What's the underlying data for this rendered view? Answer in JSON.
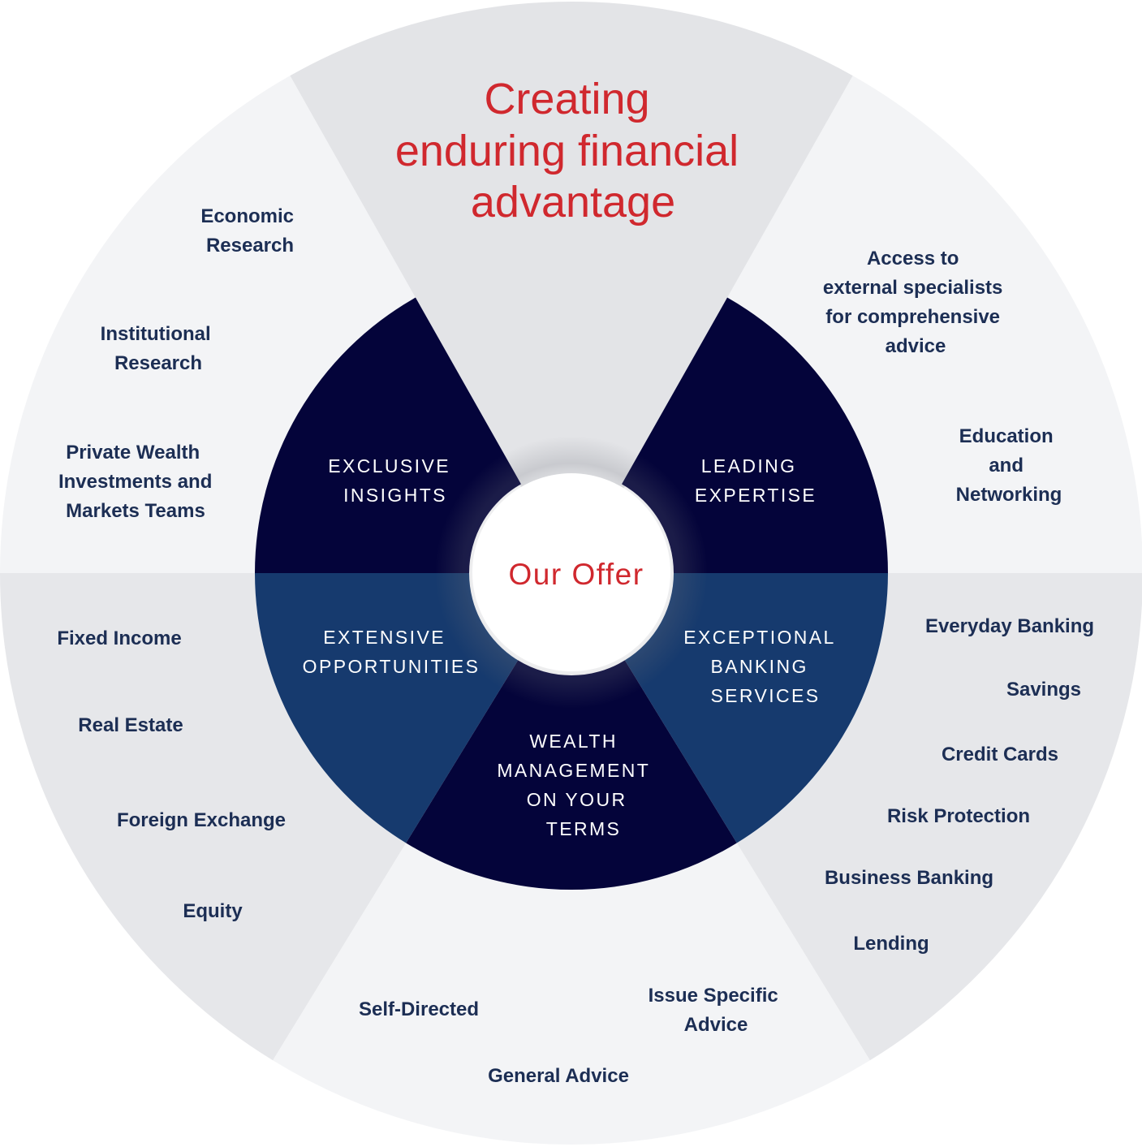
{
  "colors": {
    "outer_light": "#f3f4f6",
    "outer_mid": "#e6e7ea",
    "top_wedge": "#e3e4e7",
    "inner_dark": "#04043a",
    "inner_mid": "#163a6e",
    "outer_text": "#1c2e54",
    "inner_text": "#ffffff",
    "accent_red": "#d0282e",
    "center_fill": "#ffffff"
  },
  "title": {
    "lines": [
      "Creating",
      "enduring financial",
      "advantage"
    ]
  },
  "center": {
    "label": "Our Offer"
  },
  "inner_segments": [
    {
      "lines": [
        "EXCLUSIVE",
        "INSIGHTS"
      ]
    },
    {
      "lines": [
        "LEADING",
        "EXPERTISE"
      ]
    },
    {
      "lines": [
        "EXTENSIVE",
        "OPPORTUNITIES"
      ]
    },
    {
      "lines": [
        "EXCEPTIONAL",
        "BANKING",
        "SERVICES"
      ]
    },
    {
      "lines": [
        "WEALTH",
        "MANAGEMENT",
        "ON YOUR",
        "TERMS"
      ]
    }
  ],
  "outer_groups": {
    "insights": [
      {
        "lines": [
          "Economic",
          "Research"
        ]
      },
      {
        "lines": [
          "Institutional",
          "Research"
        ]
      },
      {
        "lines": [
          "Private Wealth",
          "Investments and",
          "Markets Teams"
        ]
      }
    ],
    "expertise": [
      {
        "lines": [
          "Access to",
          "external specialists",
          "for comprehensive",
          "advice"
        ]
      },
      {
        "lines": [
          "Education",
          "and",
          "Networking"
        ]
      }
    ],
    "opportunities": [
      {
        "lines": [
          "Fixed Income"
        ]
      },
      {
        "lines": [
          "Real Estate"
        ]
      },
      {
        "lines": [
          "Foreign Exchange"
        ]
      },
      {
        "lines": [
          "Equity"
        ]
      }
    ],
    "banking": [
      {
        "lines": [
          "Everyday Banking"
        ]
      },
      {
        "lines": [
          "Savings"
        ]
      },
      {
        "lines": [
          "Credit Cards"
        ]
      },
      {
        "lines": [
          "Risk Protection"
        ]
      },
      {
        "lines": [
          "Business Banking"
        ]
      },
      {
        "lines": [
          "Lending"
        ]
      }
    ],
    "wealth": [
      {
        "lines": [
          "Self-Directed"
        ]
      },
      {
        "lines": [
          "Issue Specific",
          "Advice"
        ]
      },
      {
        "lines": [
          "General Advice"
        ]
      }
    ]
  }
}
